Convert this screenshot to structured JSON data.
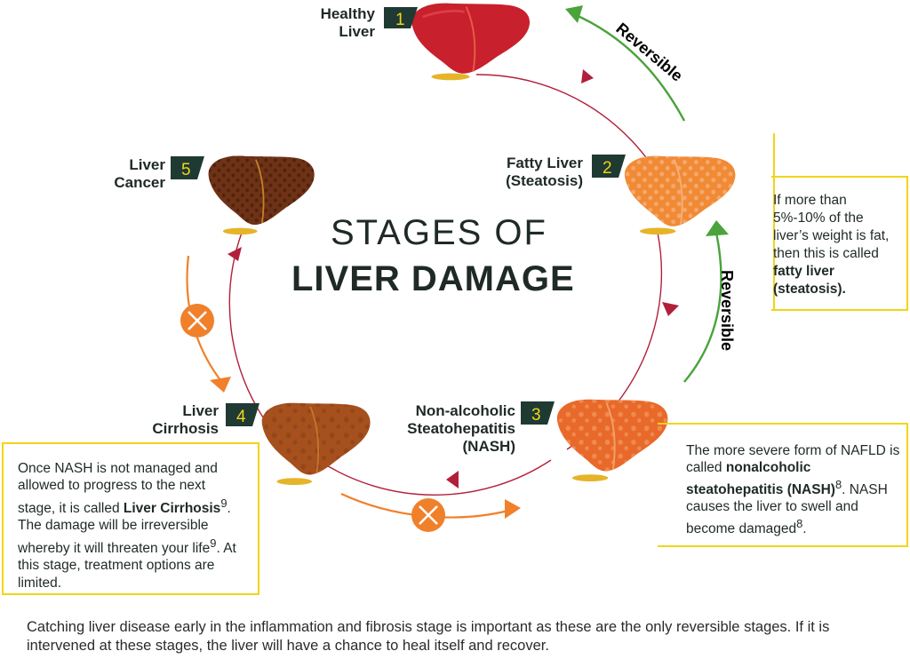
{
  "title": {
    "line1": "STAGES OF",
    "line2": "LIVER DAMAGE"
  },
  "stages": [
    {
      "number": "1",
      "label": "Healthy Liver",
      "line1": "Healthy",
      "line2": "Liver",
      "color": "#c8202c"
    },
    {
      "number": "2",
      "label": "Fatty Liver (Steatosis)",
      "line1": "Fatty Liver",
      "line2": "(Steatosis)",
      "color": "#f08a35"
    },
    {
      "number": "3",
      "label": "Non-alcoholic Steatohepatitis (NASH)",
      "line1": "Non-alcoholic",
      "line2": "Steatohepatitis",
      "line3": "(NASH)",
      "color": "#e8692a"
    },
    {
      "number": "4",
      "label": "Liver Cirrhosis",
      "line1": "Liver",
      "line2": "Cirrhosis",
      "color": "#a6501d"
    },
    {
      "number": "5",
      "label": "Liver Cancer",
      "line1": "Liver",
      "line2": "Cancer",
      "color": "#6e3216"
    }
  ],
  "reversible_labels": [
    "Reversible",
    "Reversible"
  ],
  "notes": {
    "fatty": {
      "p1": "If more than 5%-10% of the liver’s weight is fat, then this is called ",
      "bold": "fatty liver (steatosis)."
    },
    "nash": {
      "p1": "The more severe form of NAFLD is called ",
      "bold": "nonalcoholic steatohepatitis (NASH)",
      "sup1": "8",
      "p2": ". NASH causes the liver to swell and become damaged",
      "sup2": "8",
      "p3": "."
    },
    "cirrhosis": {
      "p1": "Once NASH is not managed and allowed to progress to the next stage, it is called ",
      "bold": "Liver Cirrhosis",
      "sup1": "9",
      "p2": ". The damage will be irreversible whereby it will threaten your life",
      "sup2": "9",
      "p3": ". At this stage, treatment options are limited."
    }
  },
  "footer": "Catching liver disease early in the inflammation and fibrosis stage is important as these are the only reversible stages. If it is intervened at these stages, the liver will have a chance to heal itself and recover.",
  "colors": {
    "cycle": "#b21f3a",
    "reversible": "#4aa33b",
    "blocked": "#f0802a",
    "badge": "#1f3a33",
    "badge_text": "#f2d419",
    "note_border": "#f2d419"
  },
  "icons": {
    "blocked": "cross-circle-icon",
    "arrow": "arrowhead-icon"
  }
}
